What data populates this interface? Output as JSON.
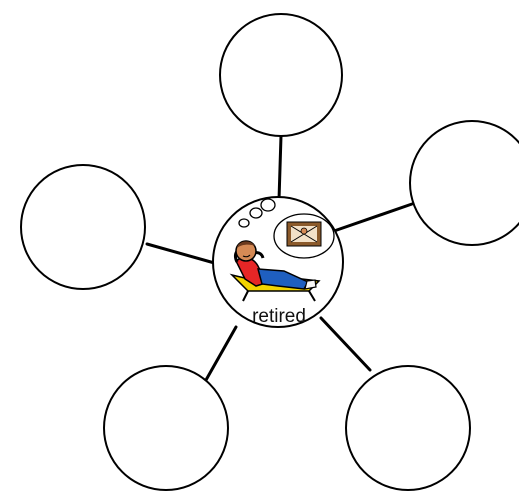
{
  "diagram": {
    "type": "spider-map",
    "center": {
      "label": "retired",
      "icon": "retired-person-relaxing-icon"
    },
    "outer_nodes": [
      {
        "id": "top",
        "label": ""
      },
      {
        "id": "upper-right",
        "label": ""
      },
      {
        "id": "lower-right",
        "label": ""
      },
      {
        "id": "lower-left",
        "label": ""
      },
      {
        "id": "upper-left",
        "label": ""
      }
    ],
    "colors": {
      "stroke": "#000000",
      "background": "#ffffff",
      "skin": "#d58a55",
      "shirt": "#e62626",
      "pants": "#1f5fbf",
      "chair": "#f2d400",
      "picture_frame": "#8b5a2b"
    }
  }
}
